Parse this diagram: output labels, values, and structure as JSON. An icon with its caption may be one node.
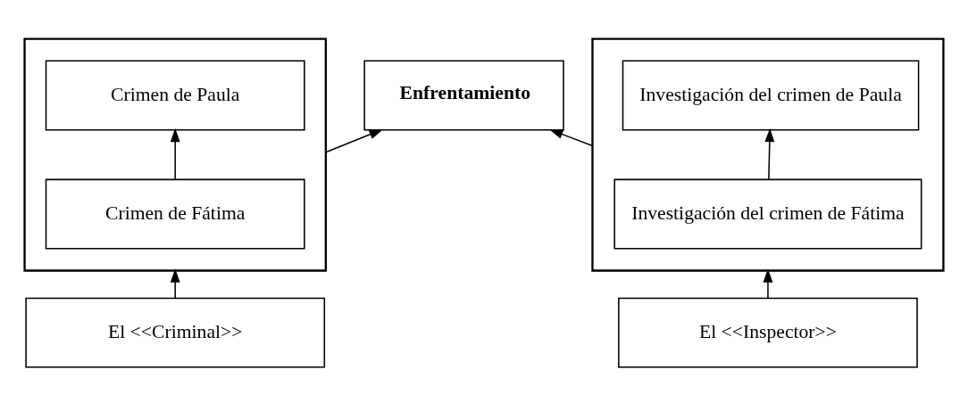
{
  "diagram": {
    "nodes": [
      {
        "text": [],
        "shape": "box"
      },
      {
        "text": [
          "Investigación del crimen de Paula"
        ],
        "in": 0
      },
      {
        "text": [
          "Investigación del crimen de Fátima"
        ],
        "in": 0
      },
      {
        "text": [
          "Enfrentamiento"
        ]
      },
      {
        "text": [],
        "shape": "box"
      },
      {
        "text": [
          "Crimen de Paula"
        ],
        "in": 4
      },
      {
        "text": [
          "Crimen de Fátima"
        ],
        "in": 4
      },
      {
        "text": [
          "El <<Inspector>>"
        ]
      },
      {
        "text": [
          "El <<Criminal>>"
        ]
      }
    ],
    "edges": [
      {
        "from": 2,
        "to": 1,
        "arrow": "to"
      },
      {
        "from": 0,
        "to": 3,
        "arrow": "to"
      },
      {
        "from": 4,
        "to": 3,
        "arrow": "to"
      },
      {
        "from": 6,
        "to": 5,
        "arrow": "to"
      },
      {
        "from": 7,
        "to": 0,
        "arrow": "to"
      },
      {
        "from": 8,
        "to": 4,
        "arrow": "to"
      }
    ]
  }
}
